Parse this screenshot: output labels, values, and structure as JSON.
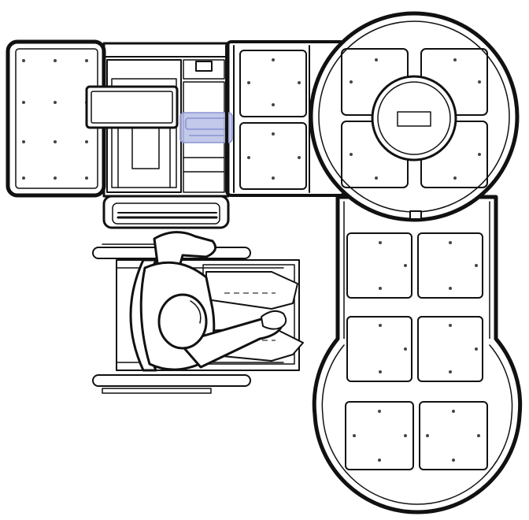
{
  "figure": {
    "kind": "accessible-kitchen-floor-plan",
    "labels": [],
    "colors": {
      "line": "#111111",
      "background": "#ffffff",
      "highlight": "#b9c0e6",
      "highlight_stroke": "#8a93cf"
    },
    "elements": [
      "left-worktop",
      "sink-unit",
      "faucet-overlay",
      "upper-cabinet-bank",
      "round-corner-worktop",
      "right-cabinet-run",
      "round-end-worktop",
      "wheelchair-user"
    ]
  }
}
